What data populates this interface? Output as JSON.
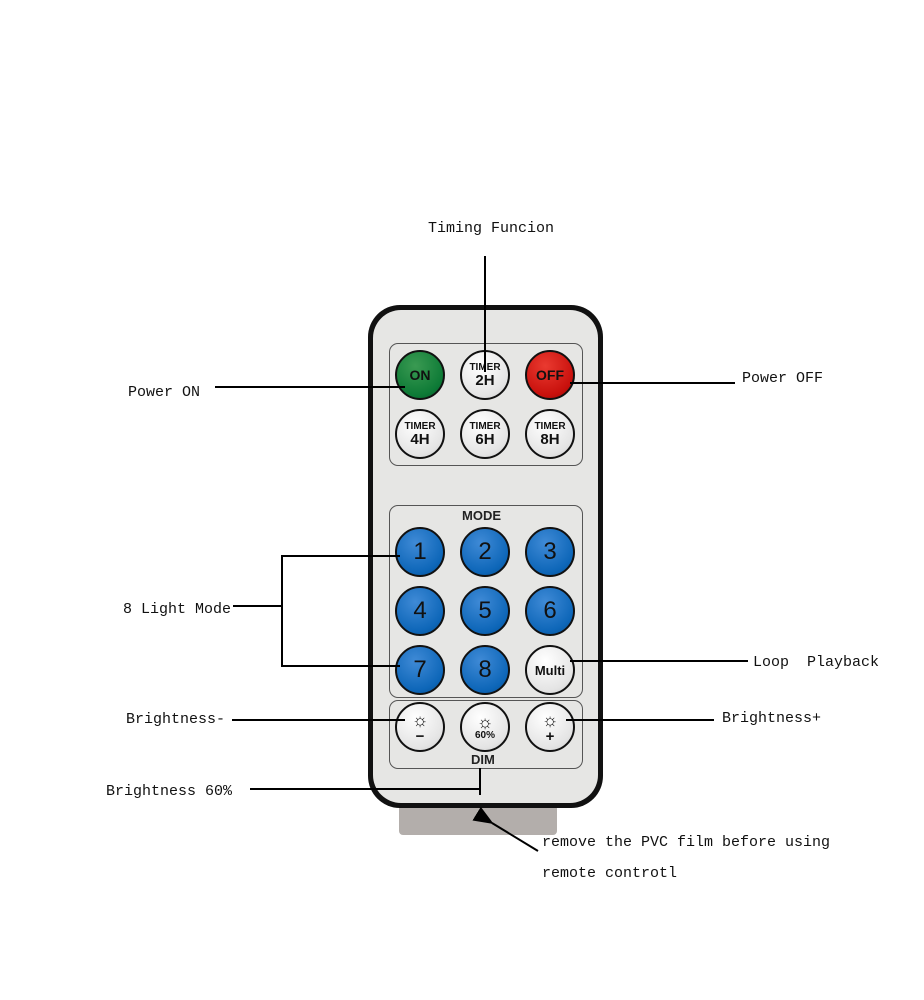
{
  "annotations": {
    "timing": "Timing Funcion",
    "power_on": "Power ON",
    "power_off": "Power OFF",
    "light_mode": "8 Light Mode",
    "loop": "Loop  Playback",
    "brightness_minus": "Brightness-",
    "brightness_plus": "Brightness+",
    "brightness_60": "Brightness 60%",
    "film_line1": "remove the PVC film before using",
    "film_line2": "remote controtl"
  },
  "remote": {
    "on": "ON",
    "off": "OFF",
    "timer": "TIMER",
    "t2": "2H",
    "t4": "4H",
    "t6": "6H",
    "t8": "8H",
    "mode_title": "MODE",
    "modes": [
      "1",
      "2",
      "3",
      "4",
      "5",
      "6",
      "7",
      "8"
    ],
    "multi": "Multi",
    "dim_title": "DIM",
    "minus": "−",
    "plus": "+",
    "pct": "60%"
  },
  "colors": {
    "on": "#0d7a36",
    "off": "#c8100c",
    "mode": "#0d66b8"
  }
}
